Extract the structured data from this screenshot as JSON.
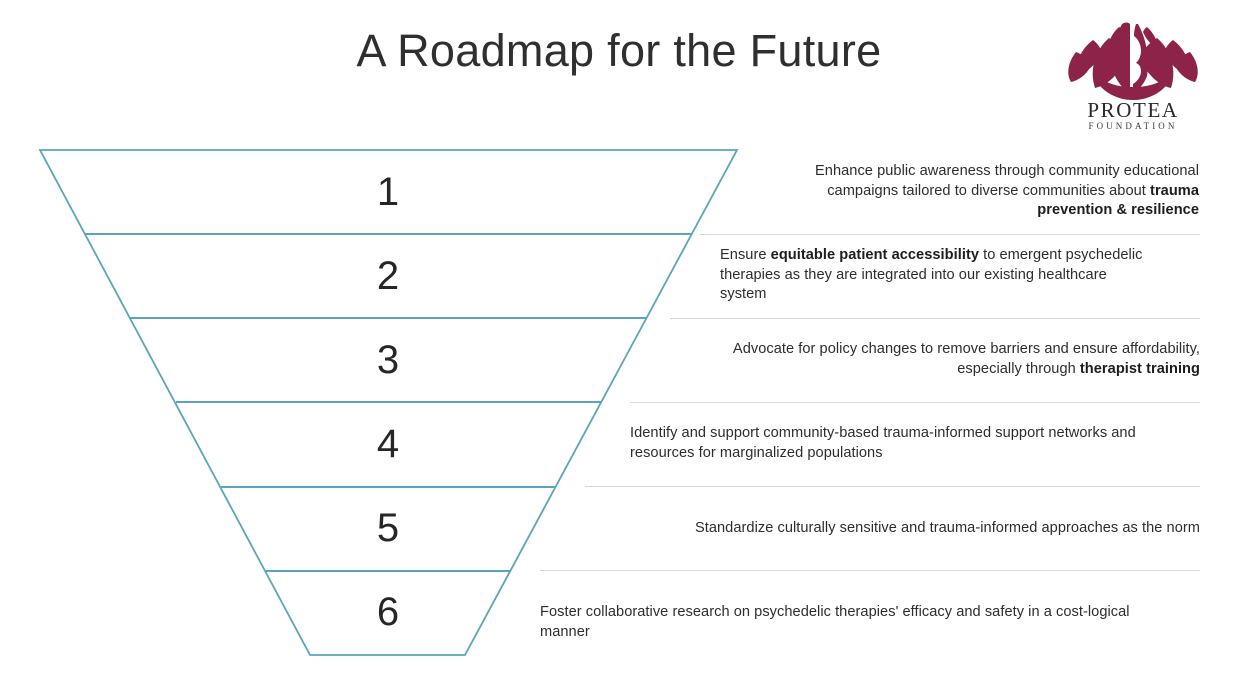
{
  "slide": {
    "title": "A Roadmap for the Future",
    "background_color": "#ffffff",
    "accent_color": "#5ba4ba",
    "rule_color": "#d6d6d6",
    "text_color": "#2d2d2d"
  },
  "logo": {
    "name": "protea-foundation-logo",
    "wordmark": "PROTEA",
    "subword": "FOUNDATION",
    "mark_description": "lotus-flower-with-woman-profile",
    "brand_color": "#8e2349"
  },
  "funnel": {
    "stroke_color": "#5ba4ba",
    "stages": [
      {
        "number": "1"
      },
      {
        "number": "2"
      },
      {
        "number": "3"
      },
      {
        "number": "4"
      },
      {
        "number": "5"
      },
      {
        "number": "6"
      }
    ]
  },
  "roadmap": {
    "items": [
      {
        "number": "1",
        "lead": "Enhance public awareness through community educational campaigns tailored to diverse communities about ",
        "emphasis": "trauma prevention & resilience",
        "trail": ""
      },
      {
        "number": "2",
        "lead": "Ensure ",
        "emphasis": "equitable patient accessibility",
        "trail": " to emergent psychedelic therapies as they are integrated into our existing healthcare system"
      },
      {
        "number": "3",
        "lead": "Advocate for policy changes to remove barriers and ensure affordability, especially through ",
        "emphasis": "therapist training",
        "trail": ""
      },
      {
        "number": "4",
        "lead": "Identify and support community-based trauma-informed support networks and resources for marginalized populations",
        "emphasis": "",
        "trail": ""
      },
      {
        "number": "5",
        "lead": "Standardize culturally sensitive and trauma-informed approaches as the norm",
        "emphasis": "",
        "trail": ""
      },
      {
        "number": "6",
        "lead": "Foster collaborative research on psychedelic therapies' efficacy and safety in a cost-logical manner",
        "emphasis": "",
        "trail": ""
      }
    ]
  }
}
